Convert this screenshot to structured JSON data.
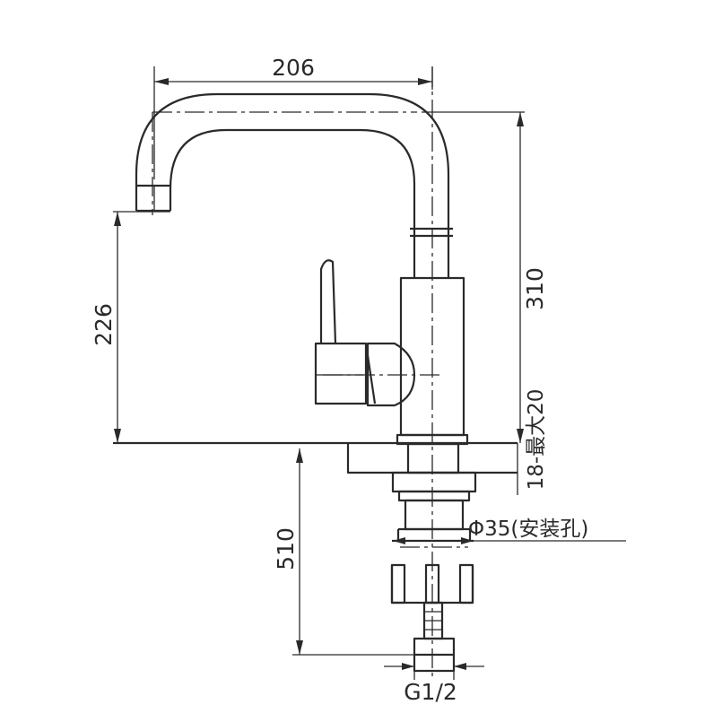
{
  "dimensions": {
    "width_top": "206",
    "spout_height": "226",
    "total_height": "310",
    "deck_thickness": "18-最大20",
    "hose_length": "510",
    "mount_hole": "Φ35(安装孔)",
    "thread": "G1/2"
  },
  "colors": {
    "line": "#2a2a2a",
    "background": "#ffffff"
  }
}
